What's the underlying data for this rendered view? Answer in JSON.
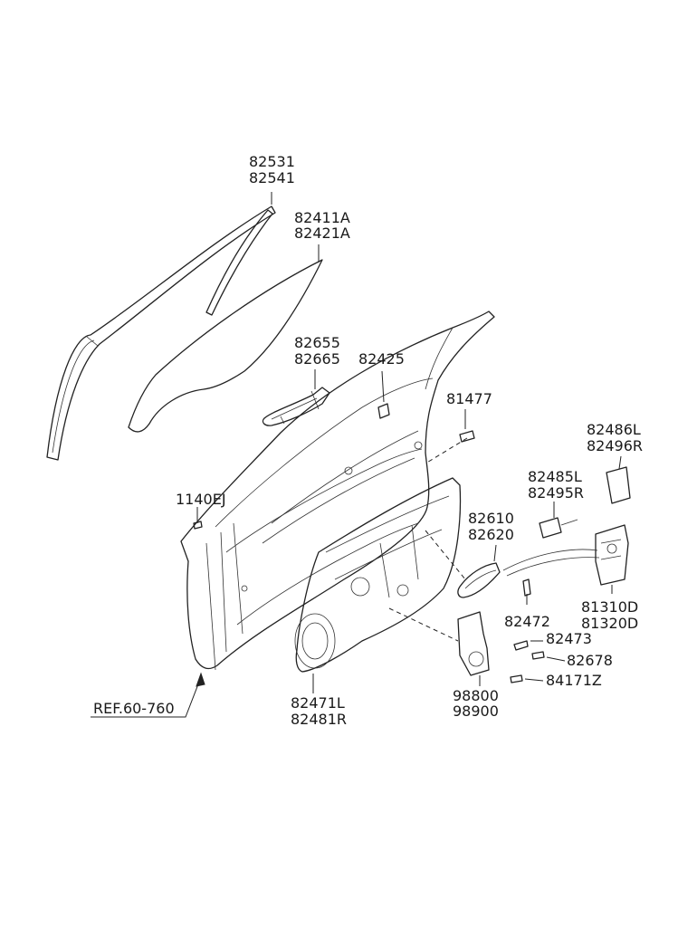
{
  "labels": {
    "l82531": "82531",
    "l82541": "82541",
    "l82411A": "82411A",
    "l82421A": "82421A",
    "l82655": "82655",
    "l82665": "82665",
    "l82425": "82425",
    "l81477": "81477",
    "l82486L": "82486L",
    "l82496R": "82496R",
    "l82485L": "82485L",
    "l82495R": "82495R",
    "l1140EJ": "1140EJ",
    "l82610": "82610",
    "l82620": "82620",
    "l82472": "82472",
    "l81310D": "81310D",
    "l81320D": "81320D",
    "l82473": "82473",
    "l82678": "82678",
    "l84171Z": "84171Z",
    "l98800": "98800",
    "l98900": "98900",
    "l82471L": "82471L",
    "l82481R": "82481R",
    "ref": "REF.60-760"
  },
  "parts": {
    "glass_run": "glass-run-channel",
    "glass": "door-glass",
    "outer_handle": "outside-handle",
    "door_panel": "door-panel",
    "module_panel": "door-module-panel",
    "inner_handle": "inside-handle",
    "latch": "door-latch",
    "motor": "window-motor"
  }
}
